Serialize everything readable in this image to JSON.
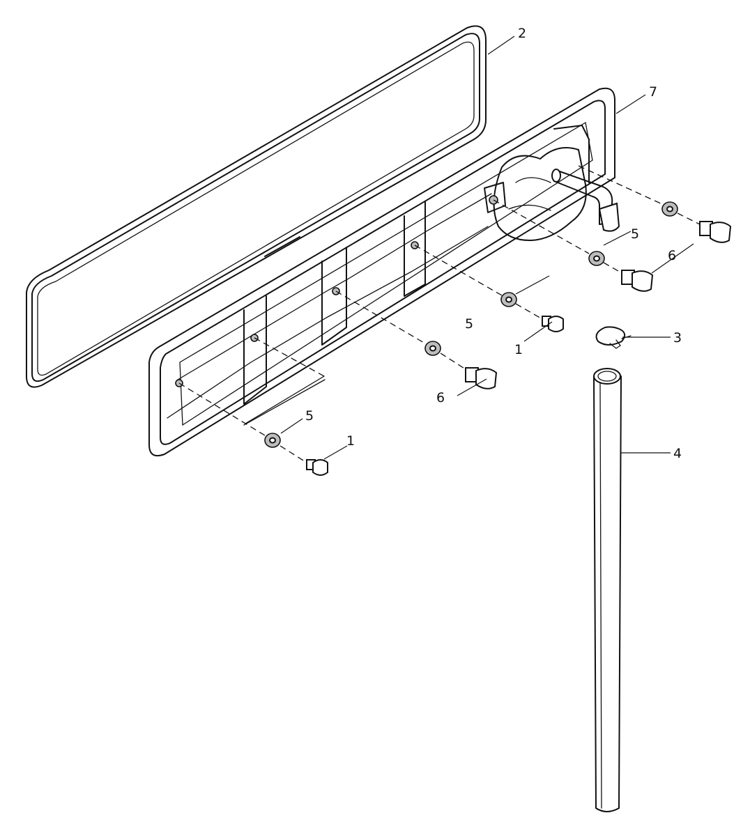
{
  "callouts": [
    {
      "id": "c1",
      "text": "2"
    },
    {
      "id": "c2",
      "text": "7"
    },
    {
      "id": "c3",
      "text": "5"
    },
    {
      "id": "c4",
      "text": "6"
    },
    {
      "id": "c5",
      "text": "5"
    },
    {
      "id": "c6",
      "text": "1"
    },
    {
      "id": "c7",
      "text": "3"
    },
    {
      "id": "c8",
      "text": "6"
    },
    {
      "id": "c9",
      "text": "5"
    },
    {
      "id": "c10",
      "text": "1"
    },
    {
      "id": "c11",
      "text": "4"
    }
  ]
}
